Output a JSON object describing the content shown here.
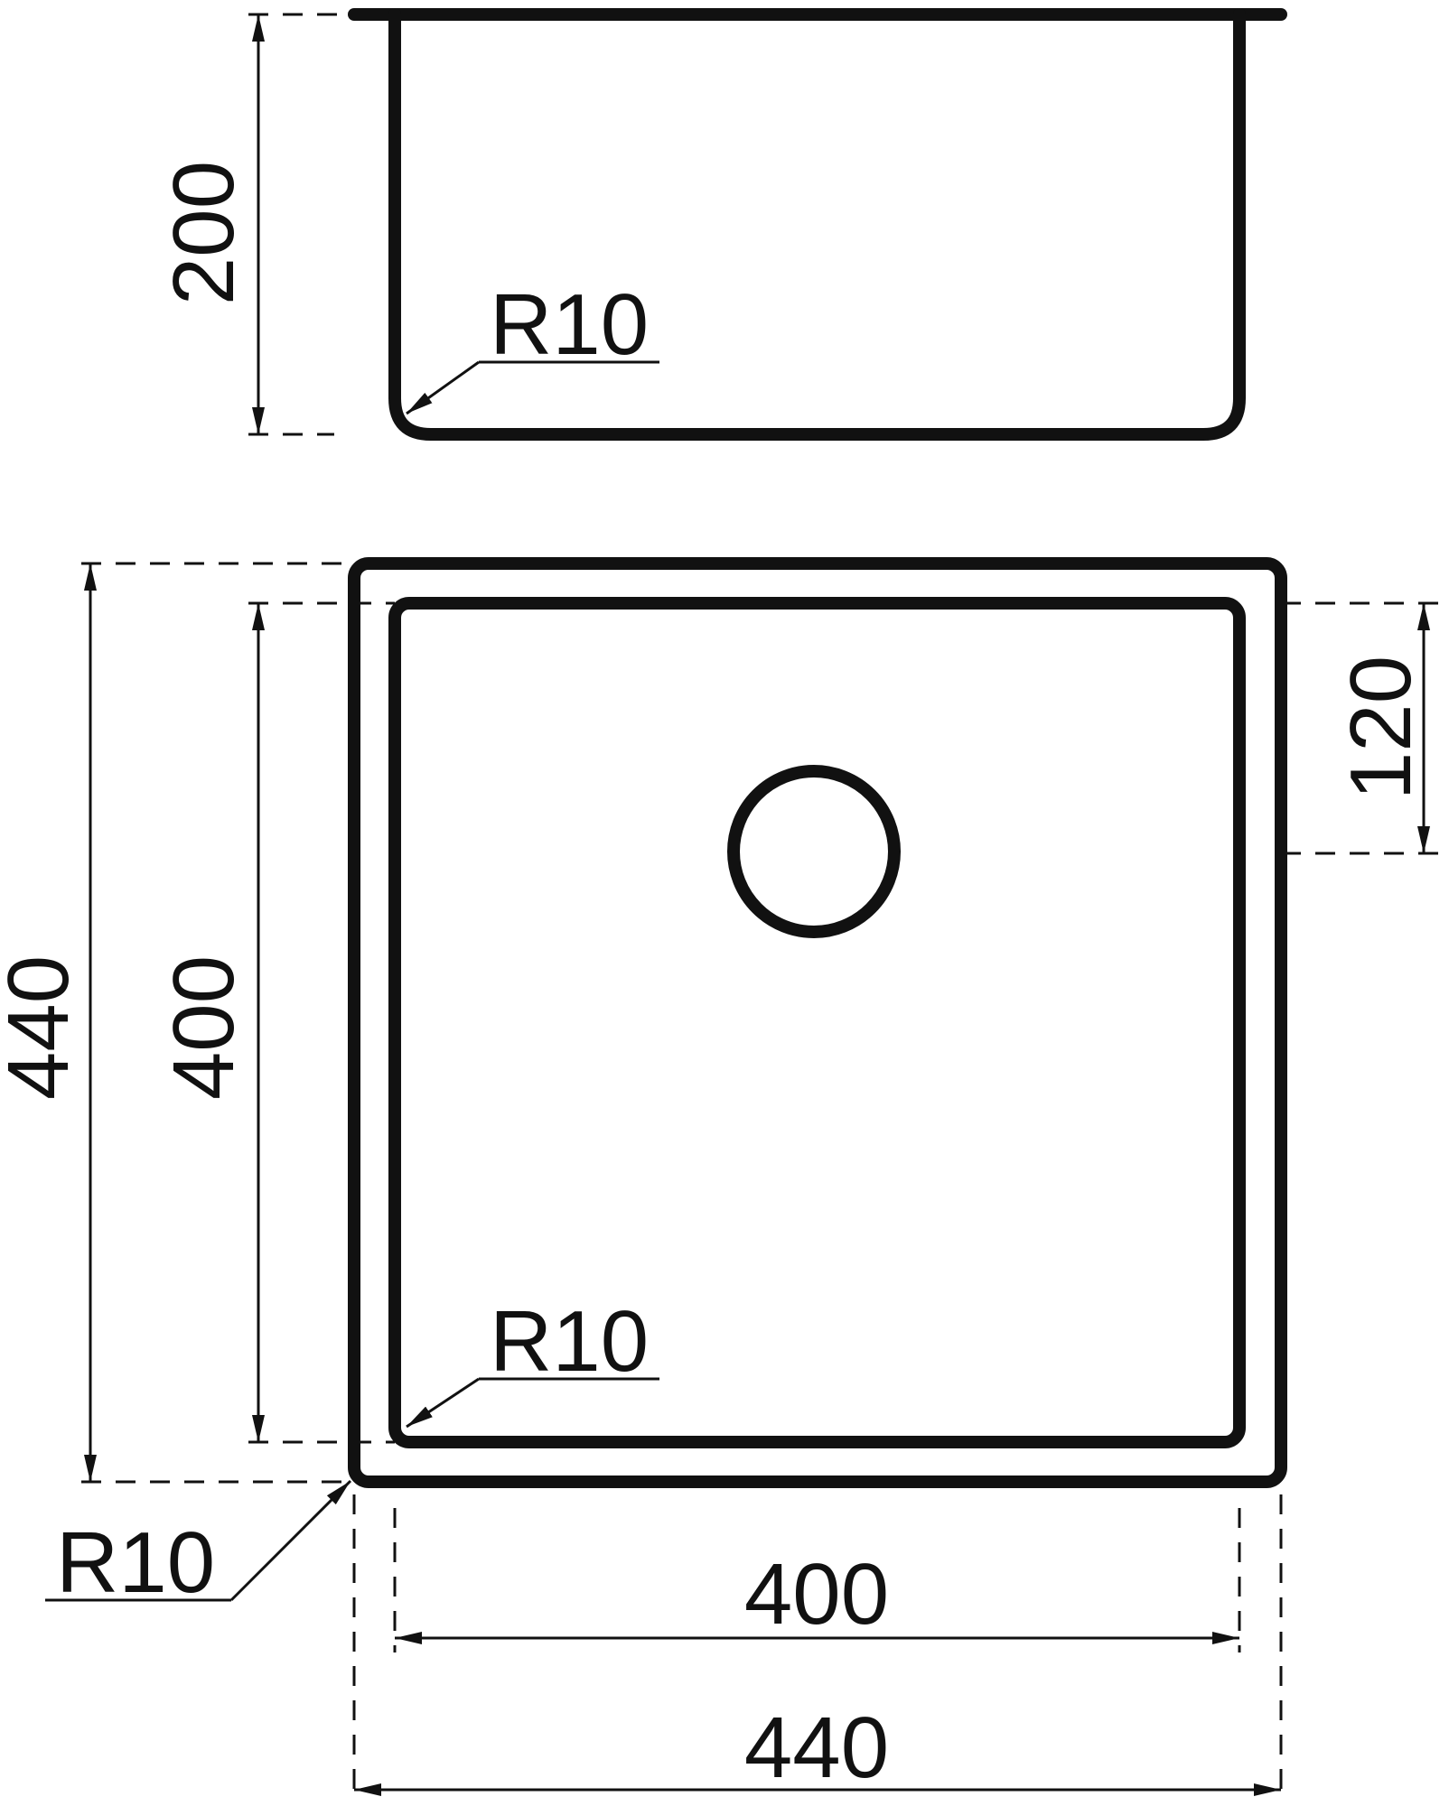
{
  "dimensions": {
    "depth": "200",
    "outer_height": "440",
    "inner_height": "400",
    "drain_offset": "120",
    "inner_width": "400",
    "outer_width": "440"
  },
  "radii": {
    "side_view_corner": "R10",
    "inner_bowl_corner": "R10",
    "outer_flange_corner": "R10"
  }
}
